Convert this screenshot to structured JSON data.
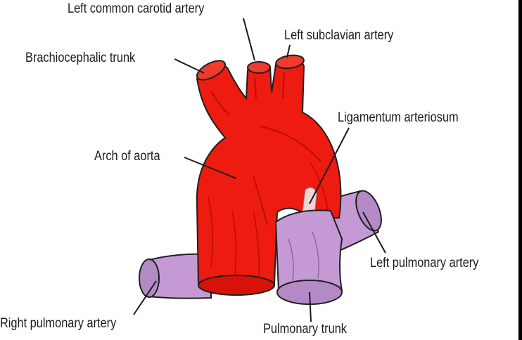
{
  "labels": {
    "left_common_carotid": "Left common carotid artery",
    "left_subclavian": "Left subclavian artery",
    "brachiocephalic": "Brachiocephalic trunk",
    "ligamentum": "Ligamentum arteriosum",
    "arch": "Arch of aorta",
    "left_pulmonary": "Left pulmonary artery",
    "right_pulmonary": "Right pulmonary artery",
    "pulmonary_trunk": "Pulmonary trunk"
  },
  "colors": {
    "aorta": "#ee1b10",
    "aorta_shadow": "#b90d0a",
    "pulmonary": "#c59ad4",
    "pulmonary_shadow": "#8f68a0",
    "ligament": "#f2d4d4",
    "outline": "#1f1f1f",
    "frame": "#000000"
  }
}
